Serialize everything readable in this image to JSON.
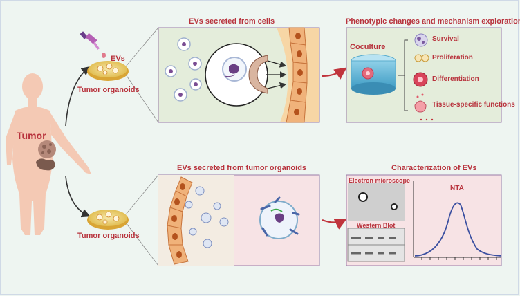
{
  "labels": {
    "tumor": "Tumor",
    "evs": "EVs",
    "tumor_organoids_top": "Tumor organoids",
    "tumor_organoids_bottom": "Tumor organoids",
    "evs_from_cells": "EVs secreted from cells",
    "phenotypic_title": "Phenotypic changes and mechanism exploration",
    "coculture": "Coculture",
    "survival": "Survival",
    "proliferation": "Proliferation",
    "differentiation": "Differentiation",
    "tissue_specific": "Tissue-specific functions",
    "evs_from_organoids": "EVs  secreted from tumor organoids",
    "characterization_title": "Characterization of EVs",
    "electron_microscope": "Electron microscope",
    "western_blot": "Western Blot",
    "nta": "NTA"
  },
  "colors": {
    "title_red": "#b8333d",
    "panel_green": "#e4eddb",
    "panel_pink": "#f7e3e5",
    "panel_border": "#9a7aa8",
    "curve_blue": "#3a4fa0"
  }
}
